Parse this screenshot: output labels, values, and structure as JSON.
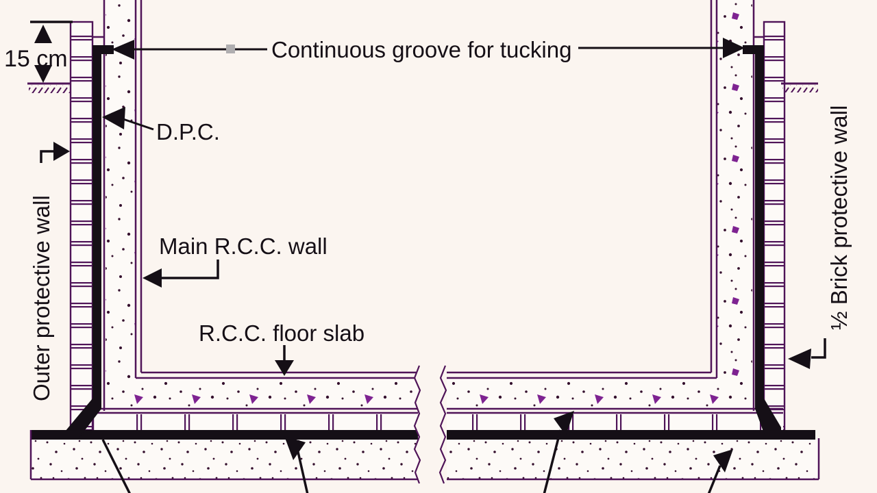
{
  "diagram": {
    "labels": {
      "dimension_height": "15 cm",
      "groove": "Continuous groove for tucking",
      "dpc": "D.P.C.",
      "outer_protective_wall": "Outer protective wall",
      "main_rcc_wall": "Main R.C.C. wall",
      "rcc_floor_slab": "R.C.C. floor slab",
      "half_brick_protective_wall": "½ Brick protective wall"
    },
    "colors": {
      "ink": "#4f1458",
      "aggregate": "#7e2391",
      "stipple_dot": "#35102e",
      "membrane_black": "#150f16",
      "background": "#fbf5f0",
      "splice_mark_grey": "#b0aeb0"
    }
  }
}
